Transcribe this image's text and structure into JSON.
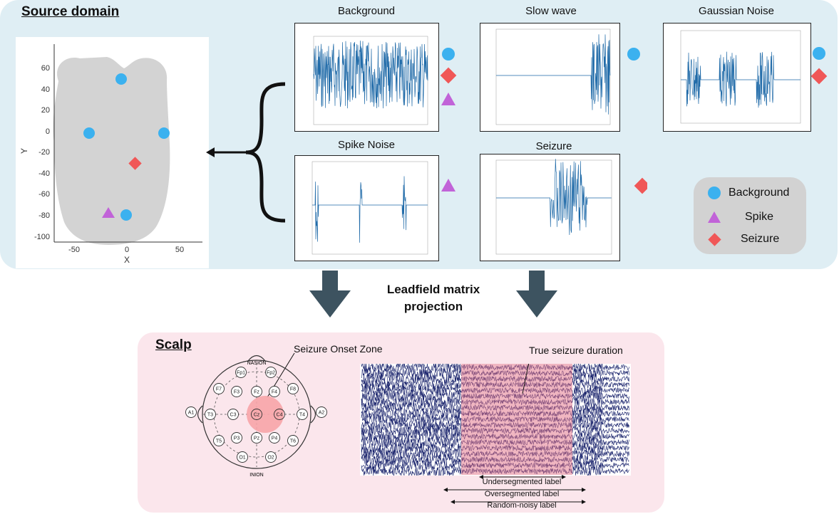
{
  "source": {
    "heading": "Source domain",
    "brain_plot": {
      "xlabel": "X",
      "ylabel": "Y",
      "xticks": [
        "-50",
        "0",
        "50"
      ],
      "yticks": [
        "60",
        "40",
        "20",
        "0",
        "-20",
        "-40",
        "-60",
        "-80",
        "-100"
      ]
    },
    "plots": {
      "background": "Background",
      "slow_wave": "Slow wave",
      "gaussian_noise": "Gaussian Noise",
      "spike_noise": "Spike Noise",
      "seizure": "Seizure"
    },
    "legend": {
      "background": "Background",
      "spike": "Spike",
      "seizure": "Seizure"
    }
  },
  "projection": {
    "line1": "Leadfield matrix",
    "line2": "projection"
  },
  "scalp": {
    "heading": "Scalp",
    "onset_zone": "Seizure Onset Zone",
    "true_duration": "True seizure duration",
    "labels": [
      "Undersegmented label",
      "Oversegmented label",
      "Random-noisy label"
    ],
    "electrodes": [
      "NASION",
      "INION",
      "Fp1",
      "Fp2",
      "F7",
      "F3",
      "Fz",
      "F4",
      "F8",
      "A1",
      "T3",
      "C3",
      "Cz",
      "C4",
      "T4",
      "A2",
      "T5",
      "P3",
      "Pz",
      "P4",
      "T6",
      "O1",
      "O2"
    ]
  },
  "colors": {
    "background_marker": "#3bb1ef",
    "spike_marker": "#c163d8",
    "seizure_marker": "#f05757",
    "signal": "#1f6aa8",
    "source_panel": "#dfeef4",
    "scalp_panel": "#fbe6ec",
    "arrow": "#3d5360"
  }
}
